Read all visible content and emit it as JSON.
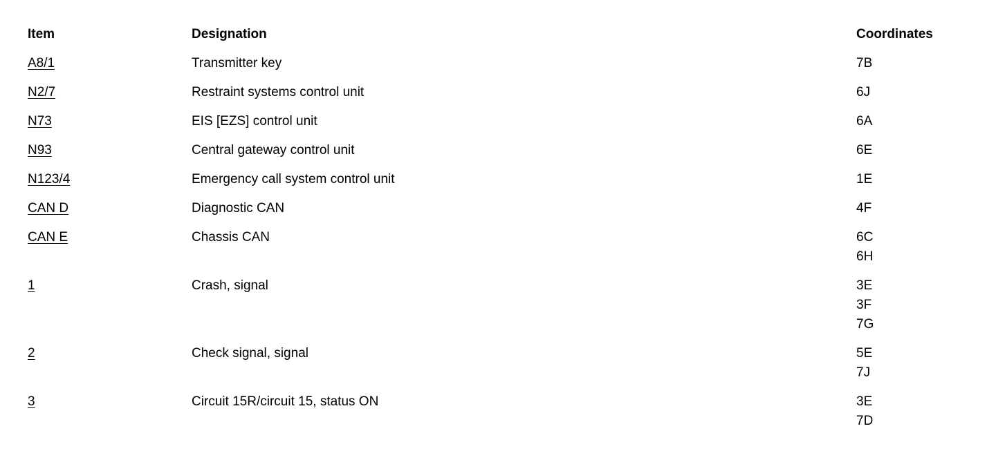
{
  "table": {
    "headers": {
      "item": "Item",
      "designation": "Designation",
      "coordinates": "Coordinates"
    },
    "rows": [
      {
        "item": "A8/1",
        "designation": "Transmitter key",
        "coordinates": "7B"
      },
      {
        "item": "N2/7",
        "designation": "Restraint systems control unit",
        "coordinates": "6J"
      },
      {
        "item": "N73",
        "designation": "EIS [EZS] control unit",
        "coordinates": "6A"
      },
      {
        "item": "N93",
        "designation": "Central gateway control unit",
        "coordinates": "6E"
      },
      {
        "item": "N123/4",
        "designation": "Emergency call system control unit",
        "coordinates": "1E"
      },
      {
        "item": "CAN D",
        "designation": "Diagnostic CAN",
        "coordinates": "4F"
      },
      {
        "item": "CAN E",
        "designation": "Chassis CAN",
        "coordinates": "6C\n6H"
      },
      {
        "item": "1",
        "designation": "Crash, signal",
        "coordinates": "3E\n3F\n7G"
      },
      {
        "item": "2",
        "designation": "Check signal, signal",
        "coordinates": "5E\n7J"
      },
      {
        "item": "3",
        "designation": "Circuit 15R/circuit 15, status ON",
        "coordinates": "3E\n7D"
      }
    ],
    "colors": {
      "background": "#ffffff",
      "text": "#000000"
    }
  }
}
